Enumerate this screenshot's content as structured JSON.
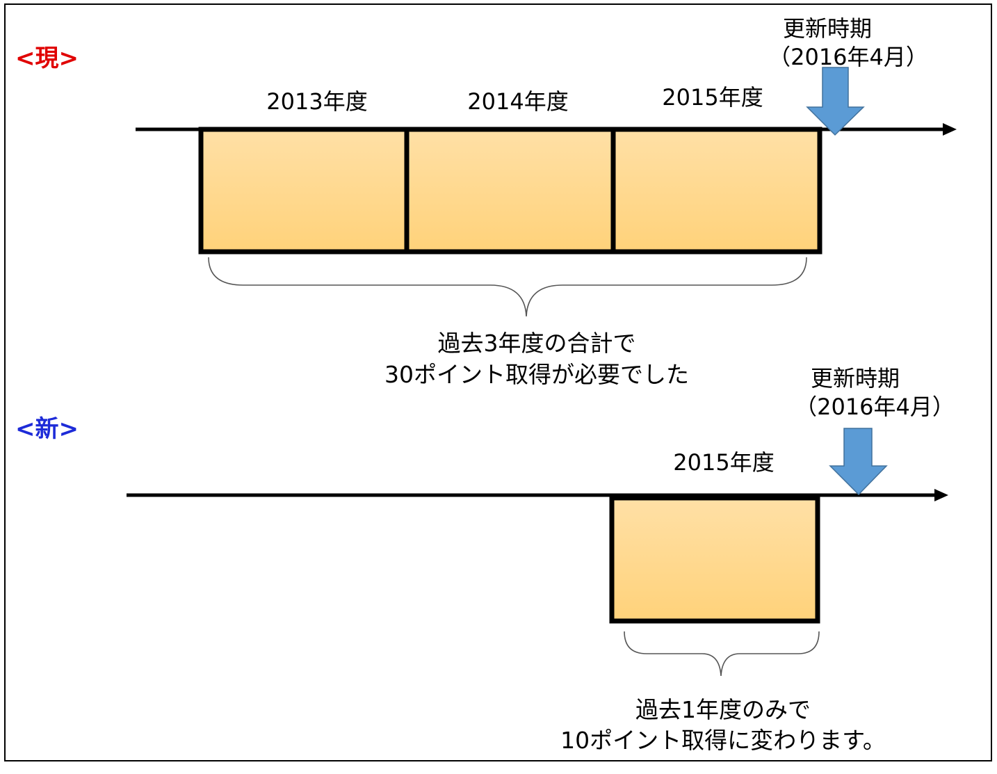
{
  "colors": {
    "current_heading": "#e00000",
    "new_heading": "#1d2bd8",
    "arrow_blue": "#5b9bd5",
    "arrow_blue_stroke": "#41719c",
    "box_fill_top": "#ffe0a6",
    "box_fill_bottom": "#ffd27a",
    "stroke": "#000000",
    "brace": "#555555"
  },
  "current": {
    "heading": "<現>",
    "renewal_label": "更新時期",
    "renewal_date": "（2016年4月）",
    "years": [
      {
        "label": "2013年度"
      },
      {
        "label": "2014年度"
      },
      {
        "label": "2015年度"
      }
    ],
    "caption_line1": "過去3年度の合計で",
    "caption_line2": "30ポイント取得が必要でした"
  },
  "new": {
    "heading": "<新>",
    "renewal_label": "更新時期",
    "renewal_date": "（2016年4月）",
    "years": [
      {
        "label": "2015年度"
      }
    ],
    "caption_line1": "過去1年度のみで",
    "caption_line2": "10ポイント取得に変わります。"
  }
}
